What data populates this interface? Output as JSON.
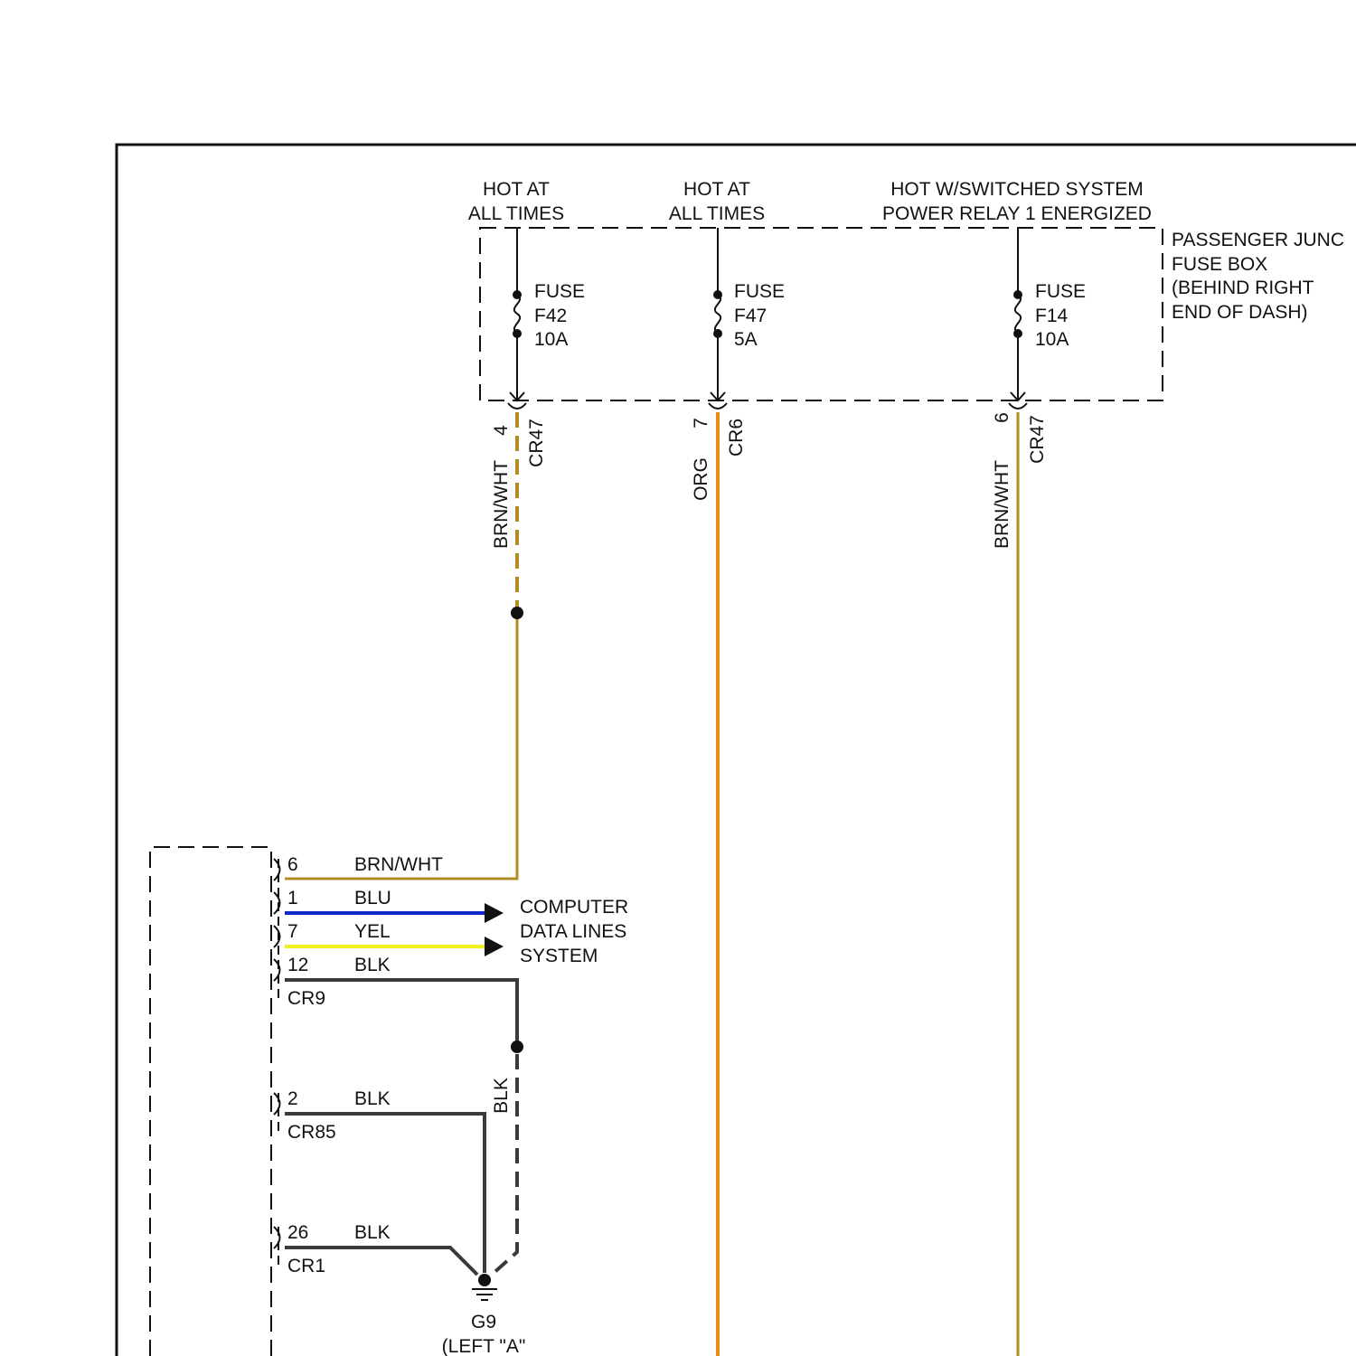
{
  "colors": {
    "brn_wht": "#b38c23",
    "org": "#f08a12",
    "blu": "#1028c8",
    "yel": "#f2ef1e",
    "blk": "#3a3a3a",
    "ink": "#111111"
  },
  "sources": [
    {
      "line1": "HOT AT",
      "line2": "ALL TIMES"
    },
    {
      "line1": "HOT AT",
      "line2": "ALL TIMES"
    },
    {
      "line1": "HOT W/SWITCHED SYSTEM",
      "line2": "POWER RELAY 1 ENERGIZED"
    }
  ],
  "fuse_box": {
    "lines": [
      "PASSENGER JUNC",
      "FUSE BOX",
      "(BEHIND RIGHT",
      "END OF DASH)"
    ]
  },
  "fuses": [
    {
      "label": "FUSE",
      "id": "F42",
      "rating": "10A"
    },
    {
      "label": "FUSE",
      "id": "F47",
      "rating": "5A"
    },
    {
      "label": "FUSE",
      "id": "F14",
      "rating": "10A"
    }
  ],
  "fuse_outputs": [
    {
      "pin": "4",
      "connector": "CR47",
      "wire": "BRN/WHT"
    },
    {
      "pin": "7",
      "connector": "CR6",
      "wire": "ORG"
    },
    {
      "pin": "6",
      "connector": "CR47",
      "wire": "BRN/WHT"
    }
  ],
  "module_pins": [
    {
      "pin": "6",
      "wire": "BRN/WHT"
    },
    {
      "pin": "1",
      "wire": "BLU"
    },
    {
      "pin": "7",
      "wire": "YEL"
    },
    {
      "pin": "12",
      "wire": "BLK",
      "connector": "CR9"
    },
    {
      "pin": "2",
      "wire": "BLK",
      "connector": "CR85"
    },
    {
      "pin": "26",
      "wire": "BLK",
      "connector": "CR1"
    }
  ],
  "data_lines_label": [
    "COMPUTER",
    "DATA LINES",
    "SYSTEM"
  ],
  "ground_wire": "BLK",
  "ground": {
    "id": "G9",
    "location": "(LEFT \"A\""
  }
}
